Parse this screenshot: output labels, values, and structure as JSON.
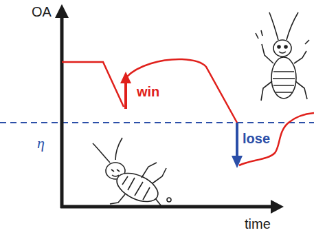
{
  "diagram": {
    "labels": [
      "OA",
      "win",
      "η",
      "lose",
      "time"
    ]
  }
}
